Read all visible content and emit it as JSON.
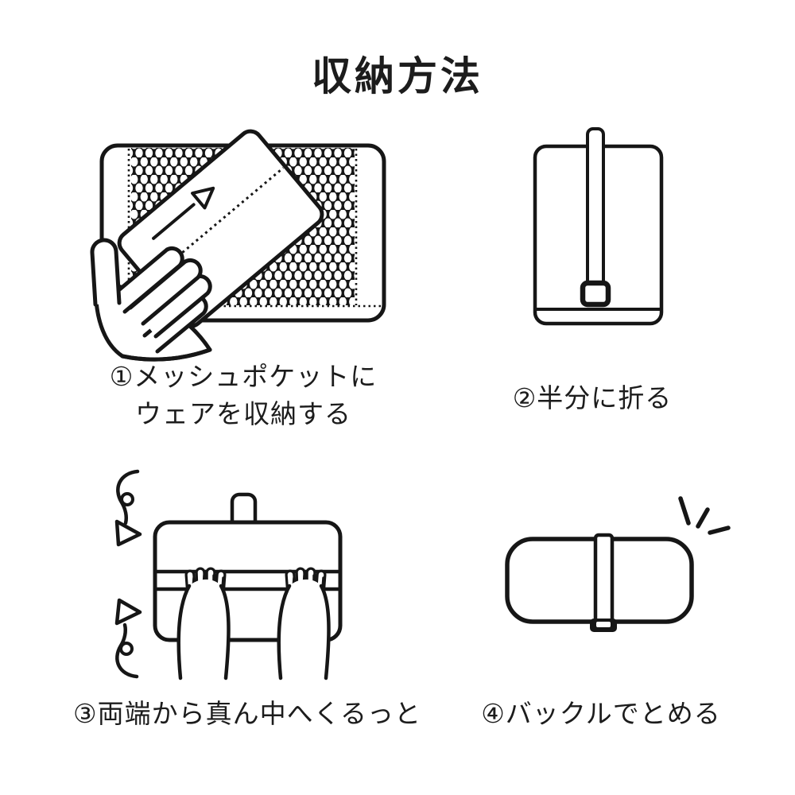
{
  "page": {
    "title": "収納方法",
    "background_color": "#ffffff",
    "ink_color": "#161616"
  },
  "steps": [
    {
      "number": "①",
      "caption_lines": [
        "①メッシュポケットに",
        "ウェアを収納する"
      ],
      "icon": "mesh-pocket-insert-illustration",
      "position": "top-left"
    },
    {
      "number": "②",
      "caption_lines": [
        "②半分に折る"
      ],
      "icon": "fold-in-half-illustration",
      "position": "top-right"
    },
    {
      "number": "③",
      "caption_lines": [
        "③両端から真ん中へくるっと"
      ],
      "icon": "roll-to-center-illustration",
      "position": "bottom-left"
    },
    {
      "number": "④",
      "caption_lines": [
        "④バックルでとめる"
      ],
      "icon": "buckle-fastened-illustration",
      "position": "bottom-right"
    }
  ]
}
